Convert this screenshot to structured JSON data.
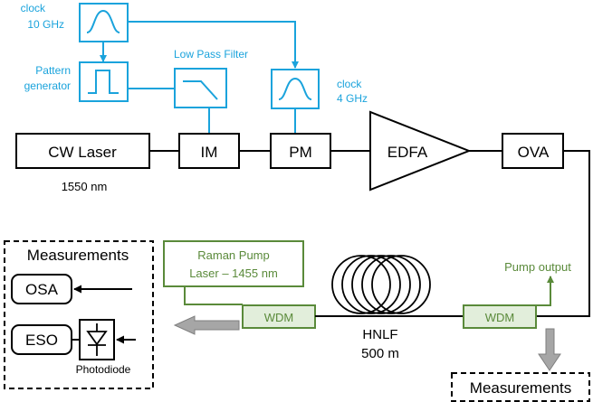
{
  "labels": {
    "clock_10": [
      "clock",
      "10 GHz"
    ],
    "pattern_gen": [
      "Pattern",
      "generator"
    ],
    "lpf": "Low Pass Filter",
    "clock_4": [
      "clock",
      "4 GHz"
    ],
    "cw_laser": "CW Laser",
    "wavelength": "1550 nm",
    "im": "IM",
    "pm": "PM",
    "edfa": "EDFA",
    "ova": "OVA",
    "raman_pump": [
      "Raman Pump",
      "Laser – 1455 nm"
    ],
    "pump_output": "Pump output",
    "wdm_left": "WDM",
    "wdm_right": "WDM",
    "hnlf": "HNLF",
    "hnlf_length": "500 m",
    "measurements_title": "Measurements",
    "osa": "OSA",
    "eso": "ESO",
    "photodiode": "Photodiode",
    "measurements_bottom": "Measurements"
  },
  "colors": {
    "electrical": "#1aa3dc",
    "pump": "#5a8a3a",
    "optical": "#000000",
    "measurement_arrow": "#999999"
  }
}
